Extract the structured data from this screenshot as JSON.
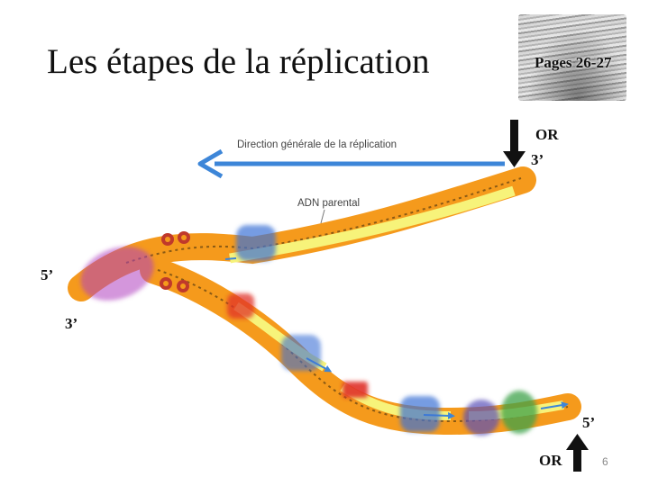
{
  "slide": {
    "title": "Les étapes de la réplication",
    "page_number": "6"
  },
  "book_image": {
    "caption": "Pages 26-27"
  },
  "diagram": {
    "direction_label": "Direction générale de la réplication",
    "parental_label": "ADN parental",
    "colors": {
      "strand_orange": "#f59a1c",
      "strand_yellow": "#f7f37a",
      "arrow_blue": "#3d86d8",
      "helicase_red": "#c0392b",
      "blob_blue": "#3a72d6",
      "blob_purple": "#b13fbf",
      "blob_green": "#3fa24a",
      "blob_red": "#e0302a"
    }
  },
  "labels": {
    "or_top": "OR",
    "three_prime_top": "3’",
    "five_prime_left": "5’",
    "three_prime_left": "3’",
    "five_prime_bottom": "5’",
    "or_bottom": "OR"
  }
}
